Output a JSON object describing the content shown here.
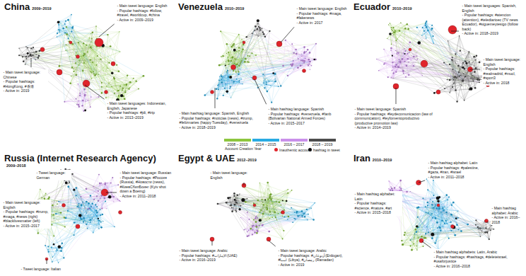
{
  "diagram": {
    "labels": [
      "China",
      "2009–2019",
      "- Main tweet language: English",
      "- Popular hashtags: #follow, #travel, #worldcup, #china",
      "- Active in: 2009–2019",
      "- Main tweet language: Chinese",
      "- Popular hashtags: #HongKong, #香港",
      "- Active in: 2019",
      "- Main tweet languages: Indonesian, English, Japanese",
      "- Popular hashtags: #jdi, #trip",
      "- Active in: 2013–2019",
      "Venezuela",
      "2010–2019",
      "- Main tweet language: English",
      "- Popular hashtags: #maga, #fakenews",
      "- Active in: 2017",
      "- Main hashtag language: Spanish",
      "- Popular hashtags: #venezuela, #fanb (Bolivarian National Armed Forces)",
      "- Active in: 2015–2017",
      "- Main hashtag language: Spanish, English",
      "- Popular hashtags: #noticias (news), #trump, #felizmartes (happy Tuesday), #venezuela",
      "- Active in: 2018–2019",
      "Ecuador",
      "2010–2019",
      "- Main tweet languages: Spanish, English",
      "- Popular hashtags: #atencion (attention), #telediarioec (TV news Ecuador), #siguemeytesigo (follow back)",
      "- Active in: 2018–2019",
      "- Main tweet language: English",
      "- Popular hashtags: #realmadrid, #mucl, #sport3",
      "- Active in: 2018",
      "- Main tweet language: Spanish",
      "- Popular hashtags: #leydecomunicacion (law of communication), #leyfomentoproductivo (productive promotion law)",
      "- Active in: 2014–2019",
      "Account Creation Year",
      "Russia (Internet Research Agency)",
      "2009–2018",
      "- Tweet language: German",
      "- Main tweet language: Russian",
      "- Popular hashtags: #Россия (Russia), #Новости (news), #КиевСбилБоинг (Kyiv shot down a Boeing)",
      "- Active in: 2011–2018",
      "- Main tweet language: English",
      "- Popular hashtags: #trump, #maga, #news (right) #blacklivesmatter (left)",
      "- Active in: 2015–2017",
      "- Tweet language: Italian",
      "Egypt & UAE",
      "2012–2019",
      "- Main tweet language: English",
      "- Main tweet language: Arabic",
      "- Popular hashtags: #الإمارات (UAE)",
      "- Active in: 2016–2019",
      "- Main tweet language: Arabic",
      "- Popular hashtags: #أردوغان (Erdogan), #ليبيا (Libya), #رمضان (Ramadan)",
      "- Active in: 2019",
      "Iran",
      "2010–2019",
      "- Main hashtag alphabet: Latin",
      "- Popular hashtags: #palestine, #gaza, #iran, #israel",
      "- Active in: 2011–2018",
      "- Main hashtag alphabet: Latin",
      "- Popular hashtags: #science, #nature, #art",
      "- Active in: 2015–2018",
      "- Main hashtag alphabet: Arabic",
      "- Active in: 2016–2018",
      "- Main hashtag alphabets: Latin, Arabic",
      "- Popular hashtags: #hashtags, #deleteisrael, #usaforjustice",
      "- Active in: 2016–2018"
    ],
    "legend": [
      {
        "text": "2008 – 2013",
        "color": "#8dc63f"
      },
      {
        "text": "2014 – 2015",
        "color": "#29abe2"
      },
      {
        "text": "2016 – 2017",
        "color": "#c990ea"
      },
      {
        "text": "2018 – 2019",
        "color": "#4d4d4d"
      },
      {
        "text": "Inauthentic account",
        "color": "#e0242b"
      },
      {
        "text": "hashtag in tweet",
        "color": "#111111"
      }
    ]
  }
}
